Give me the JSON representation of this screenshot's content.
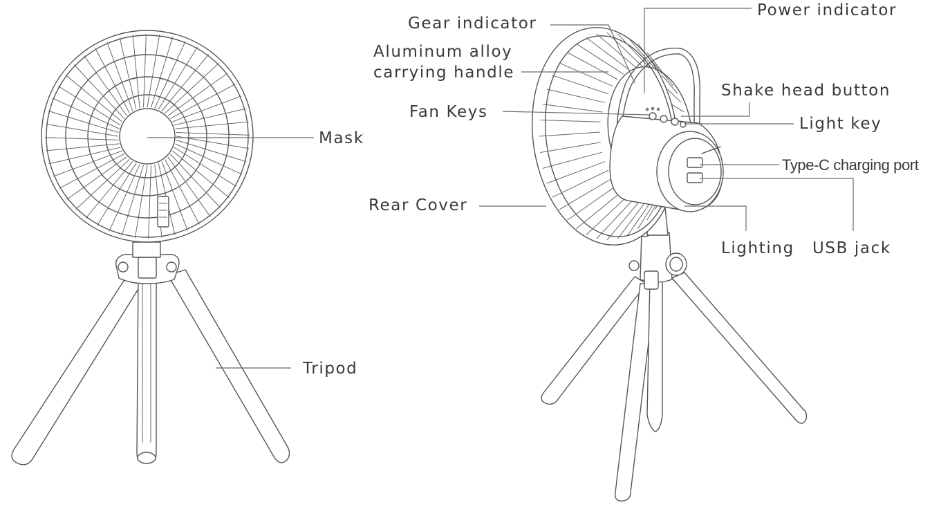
{
  "labels": {
    "mask": "Mask",
    "tripod": "Tripod",
    "gear_indicator": "Gear indicator",
    "power_indicator": "Power indicator",
    "handle_line1": "Aluminum alloy",
    "handle_line2": "carrying handle",
    "shake_head_button": "Shake head button",
    "fan_keys": "Fan Keys",
    "light_key": "Light key",
    "type_c_port": "Type-C charging port",
    "rear_cover": "Rear Cover",
    "lighting": "Lighting",
    "usb_jack": "USB jack"
  },
  "colors": {
    "line_art": "#555555",
    "text": "#3a3a3a",
    "background": "#ffffff"
  }
}
